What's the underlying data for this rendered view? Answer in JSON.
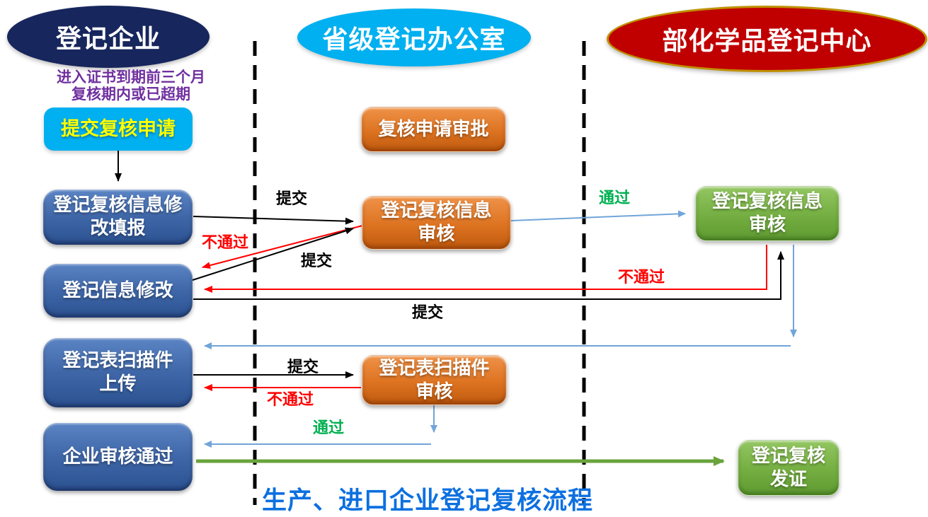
{
  "header": {
    "enterprise": "登记企业",
    "provincial_office": "省级登记办公室",
    "ministry_center": "部化学品登记中心"
  },
  "note": {
    "line1": "进入证书到期前三个月",
    "line2": "复核期内或已超期"
  },
  "boxes": {
    "submit_review": "提交复核申请",
    "review_info_fill": "登记复核信息修\n改填报",
    "registration_info_modify": "登记信息修改",
    "scan_upload": "登记表扫描件\n上传",
    "enterprise_audit_passed": "企业审核通过",
    "review_application_approval": "复核申请审批",
    "provincial_review_info_audit": "登记复核信息\n审核",
    "provincial_scan_audit": "登记表扫描件\n审核",
    "ministry_review_info_audit": "登记复核信息\n审核",
    "issue_certificate": "登记复核\n发证"
  },
  "labels": {
    "submit_1": "提交",
    "fail_1": "不通过",
    "submit_2": "提交",
    "pass_1": "通过",
    "fail_2": "不通过",
    "submit_3": "提交",
    "submit_4": "提交",
    "fail_3": "不通过",
    "pass_2": "通过"
  },
  "caption": "生产、进口企业登记复核流程",
  "colors": {
    "navy_ellipse": "#17265C",
    "cyan_ellipse": "#00B0F0",
    "red_ellipse": "#C00000",
    "gold_border": "#BF9000",
    "blue_box": "#3F67A8",
    "orange_box": "#DD7321",
    "green_box": "#74AE41",
    "yellow_text": "#FFFF00",
    "purple_note": "#7030A0",
    "label_black": "#000000",
    "label_red": "#FF0000",
    "label_green": "#00B050",
    "arrow_blue": "#71A5D9",
    "arrow_green": "#6AA33C",
    "caption_blue": "#0C70E0"
  }
}
